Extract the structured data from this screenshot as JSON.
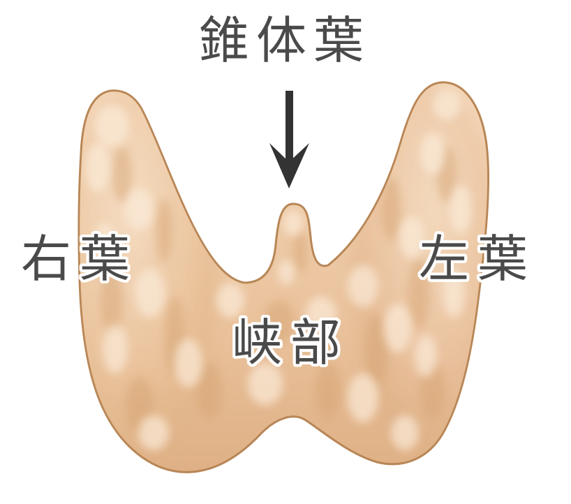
{
  "diagram": {
    "subject": "thyroid-gland",
    "labels": {
      "pyramidal_lobe": "錐体葉",
      "right_lobe": "右葉",
      "left_lobe": "左葉",
      "isthmus": "峡部"
    },
    "arrow": {
      "direction": "down",
      "points_to": "pyramidal_lobe"
    },
    "colors": {
      "background": "#ffffff",
      "gland_fill": "#ebc6a0",
      "gland_light": "#f6e0c8",
      "gland_shadow": "#d9a877",
      "gland_outline": "#b88656",
      "label_text": "#4a4a4a",
      "arrow": "#333333",
      "label_outline": "#ffffff"
    }
  }
}
